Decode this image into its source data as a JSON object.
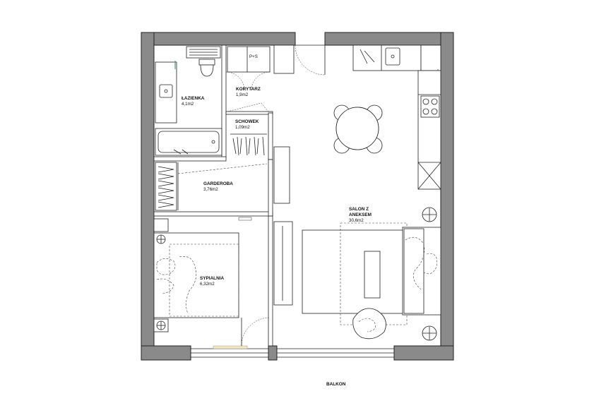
{
  "rooms": {
    "bathroom": {
      "name": "ŁAZIENKA",
      "area": "4,1m2"
    },
    "corridor": {
      "name": "KORYTARZ",
      "area": "1,9m2"
    },
    "storage": {
      "name": "SCHOWEK",
      "area": "1,09m2"
    },
    "wardrobe": {
      "name": "GARDEROBA",
      "area": "3,76m2"
    },
    "bedroom": {
      "name": "SYPIALNIA",
      "area": "6,32m2"
    },
    "living_line1": "SALON Z",
    "living_line2": "ANEKSEM",
    "living_area": "30,6m2"
  },
  "appliances": {
    "washer_dryer": "P+S"
  },
  "balcony": "BALKON",
  "colors": {
    "wall": "#8a8a8a",
    "line": "#222222",
    "accent_door": "#3aa37a"
  }
}
